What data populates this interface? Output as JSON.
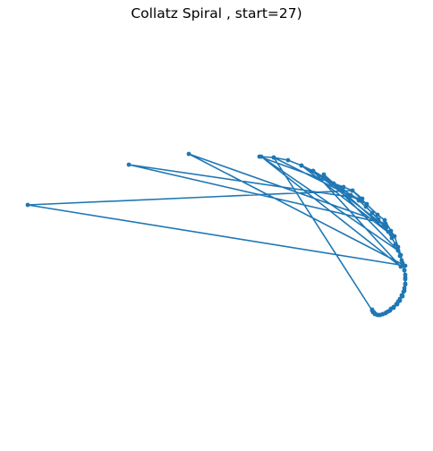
{
  "chart_data": {
    "type": "line",
    "title": "Collatz Spiral , start=27)",
    "xlabel": "",
    "ylabel": "",
    "grid": false,
    "axes_visible": false,
    "color": "#1f77b4",
    "legend": null,
    "series": [
      {
        "points": [
          [
            416,
            346
          ],
          [
            417,
            349
          ],
          [
            419,
            351
          ],
          [
            422,
            352
          ],
          [
            425,
            352
          ],
          [
            428,
            351
          ],
          [
            431,
            350
          ],
          [
            434,
            348
          ],
          [
            437,
            345
          ],
          [
            440,
            343
          ],
          [
            443,
            340
          ],
          [
            445,
            337
          ],
          [
            447,
            334
          ],
          [
            449,
            330
          ],
          [
            451,
            326
          ],
          [
            452,
            322
          ],
          [
            453,
            317
          ],
          [
            453,
            312
          ],
          [
            453,
            307
          ],
          [
            452,
            302
          ],
          [
            451,
            297
          ],
          [
            449,
            291
          ],
          [
            447,
            286
          ],
          [
            445,
            280
          ],
          [
            442,
            273
          ],
          [
            438,
            266
          ],
          [
            434,
            259
          ],
          [
            429,
            252
          ],
          [
            423,
            245
          ],
          [
            416,
            238
          ],
          [
            409,
            231
          ],
          [
            401,
            224
          ],
          [
            392,
            218
          ],
          [
            383,
            211
          ],
          [
            373,
            205
          ],
          [
            362,
            198
          ],
          [
            350,
            191
          ],
          [
            337,
            185
          ],
          [
            322,
            179
          ],
          [
            306,
            176
          ],
          [
            290,
            175
          ],
          [
            384,
            209
          ],
          [
            394,
            213
          ],
          [
            405,
            222
          ],
          [
            144,
            184
          ],
          [
            431,
            250
          ],
          [
            211,
            172
          ],
          [
            453,
            297
          ],
          [
            31,
            229
          ],
          [
            394,
            213
          ],
          [
            422,
            240
          ],
          [
            430,
            246
          ],
          [
            437,
            258
          ],
          [
            441,
            264
          ],
          [
            445,
            276
          ],
          [
            448,
            285
          ],
          [
            450,
            294
          ],
          [
            452,
            302
          ],
          [
            453,
            310
          ],
          [
            453,
            318
          ],
          [
            452,
            325
          ],
          [
            450,
            331
          ],
          [
            447,
            336
          ],
          [
            444,
            340
          ],
          [
            440,
            344
          ],
          [
            436,
            347
          ],
          [
            432,
            349
          ],
          [
            428,
            351
          ],
          [
            424,
            352
          ],
          [
            420,
            351
          ],
          [
            418,
            349
          ],
          [
            416,
            347
          ],
          [
            306,
            176
          ],
          [
            410,
            228
          ],
          [
            337,
            185
          ],
          [
            437,
            262
          ],
          [
            362,
            195
          ],
          [
            445,
            280
          ],
          [
            292,
            175
          ],
          [
            448,
            298
          ],
          [
            350,
            191
          ],
          [
            432,
            254
          ]
        ]
      }
    ]
  }
}
